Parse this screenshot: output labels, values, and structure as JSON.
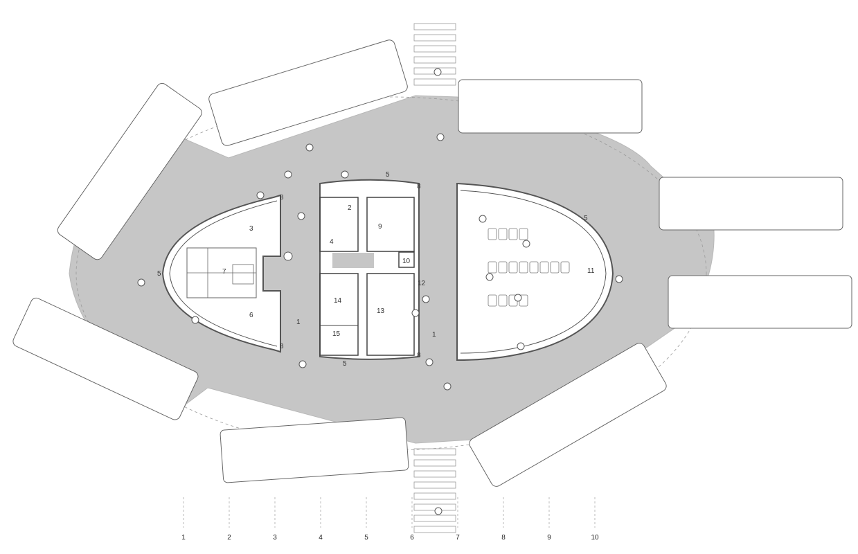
{
  "diagram": {
    "kind": "architectural floor plan",
    "colors": {
      "plaza": "#c6c6c6",
      "plaza_stroke": "#b8b8b8",
      "interior": "#ffffff",
      "wall": "#555555",
      "bus_outline": "#666666",
      "dashed": "#9a9a9a",
      "text": "#333333"
    },
    "room_labels": [
      "1",
      "1",
      "2",
      "3",
      "4",
      "5",
      "5",
      "5",
      "5",
      "6",
      "7",
      "8",
      "8",
      "8",
      "8",
      "9",
      "10",
      "11",
      "12",
      "13",
      "14",
      "15"
    ],
    "axis_labels": [
      "1",
      "2",
      "3",
      "4",
      "5",
      "6",
      "7",
      "8",
      "9",
      "10"
    ]
  }
}
